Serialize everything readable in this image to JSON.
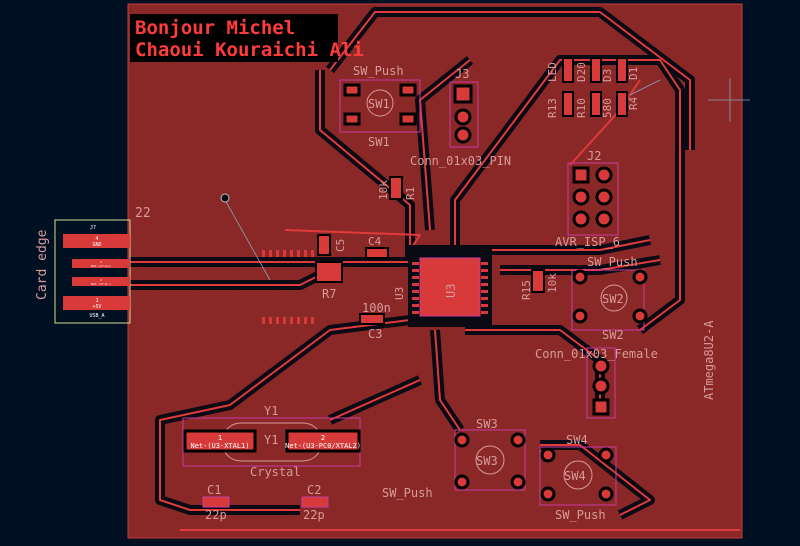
{
  "board": {
    "title_lines": [
      "Bonjour Michel",
      "Chaoui Kouraichi Ali"
    ],
    "side_label": "ATmega8U2-A",
    "edge_label": "Card edge",
    "edge_number": "22",
    "colors": {
      "background": "#001023",
      "copper": "#8a2828",
      "track": "#e03a3a",
      "clearance": "#0a0a14",
      "silkscreen": "#e8d88a",
      "courtyard": "#c83aa0"
    }
  },
  "usb": {
    "ref": "J7",
    "value": "USB_A",
    "pads": [
      {
        "num": "4",
        "net": "GND"
      },
      {
        "num": "3",
        "net": "Net-(J7-D+)"
      },
      {
        "num": "2",
        "net": "Net-(J7-D-)"
      },
      {
        "num": "1",
        "net": "+5V"
      }
    ]
  },
  "components": {
    "sw1": {
      "ref": "SW1",
      "value": "SW_Push"
    },
    "sw2": {
      "ref": "SW2",
      "value": "SW_Push"
    },
    "sw3": {
      "ref": "SW3",
      "value": "SW_Push"
    },
    "sw4": {
      "ref": "SW4",
      "value": "SW_Push"
    },
    "j3": {
      "ref": "J3",
      "value": "Conn_01x03_PIN"
    },
    "j2": {
      "ref": "J2",
      "value": "AVR_ISP_6"
    },
    "j_female": {
      "value": "Conn_01x03_Female"
    },
    "u3": {
      "ref": "U3"
    },
    "r1": {
      "ref": "R1",
      "value": "10k"
    },
    "r7": {
      "ref": "R7"
    },
    "r15": {
      "ref": "R15",
      "value": "10k"
    },
    "c3": {
      "ref": "C3",
      "value": "100n"
    },
    "c4": {
      "ref": "C4"
    },
    "c5": {
      "ref": "C5"
    },
    "leds": {
      "labels": [
        "R13",
        "LED",
        "R10",
        "D20",
        "580",
        "D3",
        "R4",
        "D1"
      ]
    },
    "y1": {
      "ref": "Y1",
      "value": "Crystal",
      "pad1": {
        "num": "1",
        "net": "Net-(U3-XTAL1)"
      },
      "pad2": {
        "num": "2",
        "net": "Net-(U3-PC0/XTAL2)"
      }
    },
    "c1": {
      "ref": "C1",
      "value": "22p"
    },
    "c2": {
      "ref": "C2",
      "value": "22p"
    }
  }
}
